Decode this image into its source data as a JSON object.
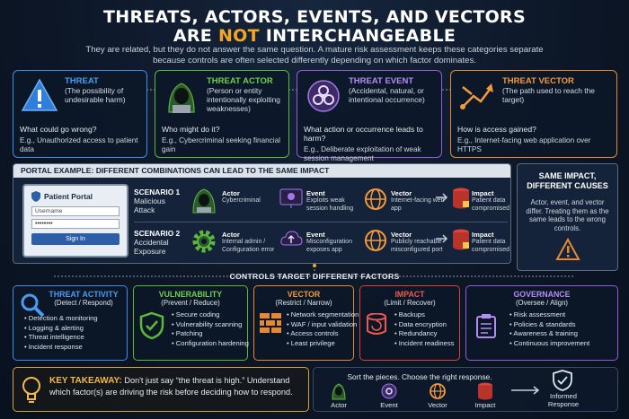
{
  "title": {
    "line1": "THREATS, ACTORS, EVENTS, AND VECTORS",
    "line2_pre": "ARE ",
    "line2_hl": "NOT",
    "line2_post": " INTERCHANGEABLE"
  },
  "subtitle": "They are related, but they do not answer the same question. A mature risk assessment keeps these categories separate because controls are often selected differently depending on which factor dominates.",
  "cards": [
    {
      "title": "THREAT",
      "desc": "(The possibility of undesirable harm)",
      "question": "What could go wrong?",
      "example": "E.g., Unauthorized access to patient data",
      "color": "#3b8ee6",
      "icon": "warning-icon"
    },
    {
      "title": "THREAT ACTOR",
      "desc": "(Person or entity intentionally exploiting weaknesses)",
      "question": "Who might do it?",
      "example": "E.g., Cybercriminal seeking financial gain",
      "color": "#5cb83a",
      "icon": "hacker-icon"
    },
    {
      "title": "THREAT EVENT",
      "desc": "(Accidental, natural, or intentional occurrence)",
      "question": "What action or occurrence leads to harm?",
      "example": "E.g., Deliberate exploitation of weak session management",
      "color": "#8f5fd6",
      "icon": "biohazard-icon"
    },
    {
      "title": "THREAT VECTOR",
      "desc": "(The path used to reach the target)",
      "question": "How is access gained?",
      "example": "E.g., Internet-facing web application over HTTPS",
      "color": "#e8892f",
      "icon": "path-arrows-icon"
    }
  ],
  "portal": {
    "header": "PORTAL EXAMPLE: DIFFERENT COMBINATIONS CAN LEAD TO THE SAME IMPACT",
    "login": {
      "title": "Patient Portal",
      "username": "Username",
      "password": "••••••••",
      "button": "Sign In"
    },
    "scenarios": [
      {
        "label": "SCENARIO 1",
        "name": "Malicious Attack",
        "actor_t": "Actor",
        "actor_d": "Cybercriminal",
        "event_t": "Event",
        "event_d": "Exploits weak session handling",
        "vector_t": "Vector",
        "vector_d": "Internet-facing web app",
        "impact_t": "Impact",
        "impact_d": "Patient data compromised"
      },
      {
        "label": "SCENARIO 2",
        "name": "Accidental Exposure",
        "actor_t": "Actor",
        "actor_d": "Internal admin / Configuration error",
        "event_t": "Event",
        "event_d": "Misconfiguration exposes app",
        "vector_t": "Vector",
        "vector_d": "Publicly reachable misconfigured port",
        "impact_t": "Impact",
        "impact_d": "Patient data compromised"
      }
    ]
  },
  "side": {
    "title": "SAME IMPACT, DIFFERENT CAUSES",
    "text": "Actor, event, and vector differ. Treating them as the same leads to the wrong controls."
  },
  "controls_label": "CONTROLS TARGET DIFFERENT FACTORS",
  "controls": [
    {
      "title": "THREAT ACTIVITY",
      "sub": "(Detect / Respond)",
      "items": [
        "Detection & monitoring",
        "Logging & alerting",
        "Threat intelligence",
        "Incident response"
      ],
      "color": "#3b8ee6"
    },
    {
      "title": "VULNERABILITY",
      "sub": "(Prevent / Reduce)",
      "items": [
        "Secure coding",
        "Vulnerability scanning",
        "Patching",
        "Configuration hardening"
      ],
      "color": "#5cb83a"
    },
    {
      "title": "VECTOR",
      "sub": "(Restrict / Narrow)",
      "items": [
        "Network segmentation",
        "WAF / input validation",
        "Access controls",
        "Least privilege"
      ],
      "color": "#e8892f"
    },
    {
      "title": "IMPACT",
      "sub": "(Limit / Recover)",
      "items": [
        "Backups",
        "Data encryption",
        "Redundancy",
        "Incident readiness"
      ],
      "color": "#d9443a"
    },
    {
      "title": "GOVERNANCE",
      "sub": "(Oversee / Align)",
      "items": [
        "Risk assessment",
        "Policies & standards",
        "Awareness & training",
        "Continuous improvement"
      ],
      "color": "#8f5fd6"
    }
  ],
  "takeaway": {
    "label": "KEY TAKEAWAY:",
    "text1": "Don't just say “the threat is high.”",
    "text2": "Understand which factor(s) are driving the risk before deciding how to respond."
  },
  "sort": {
    "title": "Sort the pieces. Choose the right response.",
    "items": [
      "Actor",
      "Event",
      "Vector",
      "Impact"
    ],
    "result": "Informed Response"
  }
}
